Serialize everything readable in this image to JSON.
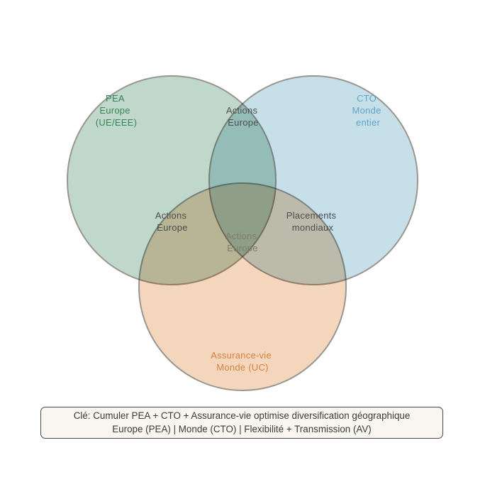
{
  "diagram": {
    "type": "venn-3",
    "circles": {
      "pea": {
        "label_lines": [
          "PEA",
          "Europe",
          "(UE/EEE)"
        ],
        "fill_color": "#c0d8cb",
        "label_color": "#358556"
      },
      "cto": {
        "label_lines": [
          "CTO",
          "Monde",
          "entier"
        ],
        "fill_color": "#c6dfe8",
        "label_color": "#5ba6c6"
      },
      "av": {
        "label_lines": [
          "Assurance-vie",
          "Monde (UC)"
        ],
        "fill_color": "#f3d6bc",
        "label_color": "#d9813f"
      }
    },
    "intersections": {
      "pea_cto": {
        "lines": [
          "Actions",
          "Europe"
        ]
      },
      "pea_av": {
        "lines": [
          "Actions",
          "Europe"
        ]
      },
      "cto_av": {
        "lines": [
          "Placements",
          "mondiaux"
        ]
      },
      "center": {
        "lines": [
          "Actions",
          "Europe"
        ]
      }
    },
    "key_box": {
      "line1": "Clé: Cumuler PEA + CTO + Assurance-vie optimise diversification géographique",
      "line2": "Europe (PEA) | Monde (CTO) | Flexibilité + Transmission (AV)"
    },
    "stroke_color": "#999690"
  }
}
